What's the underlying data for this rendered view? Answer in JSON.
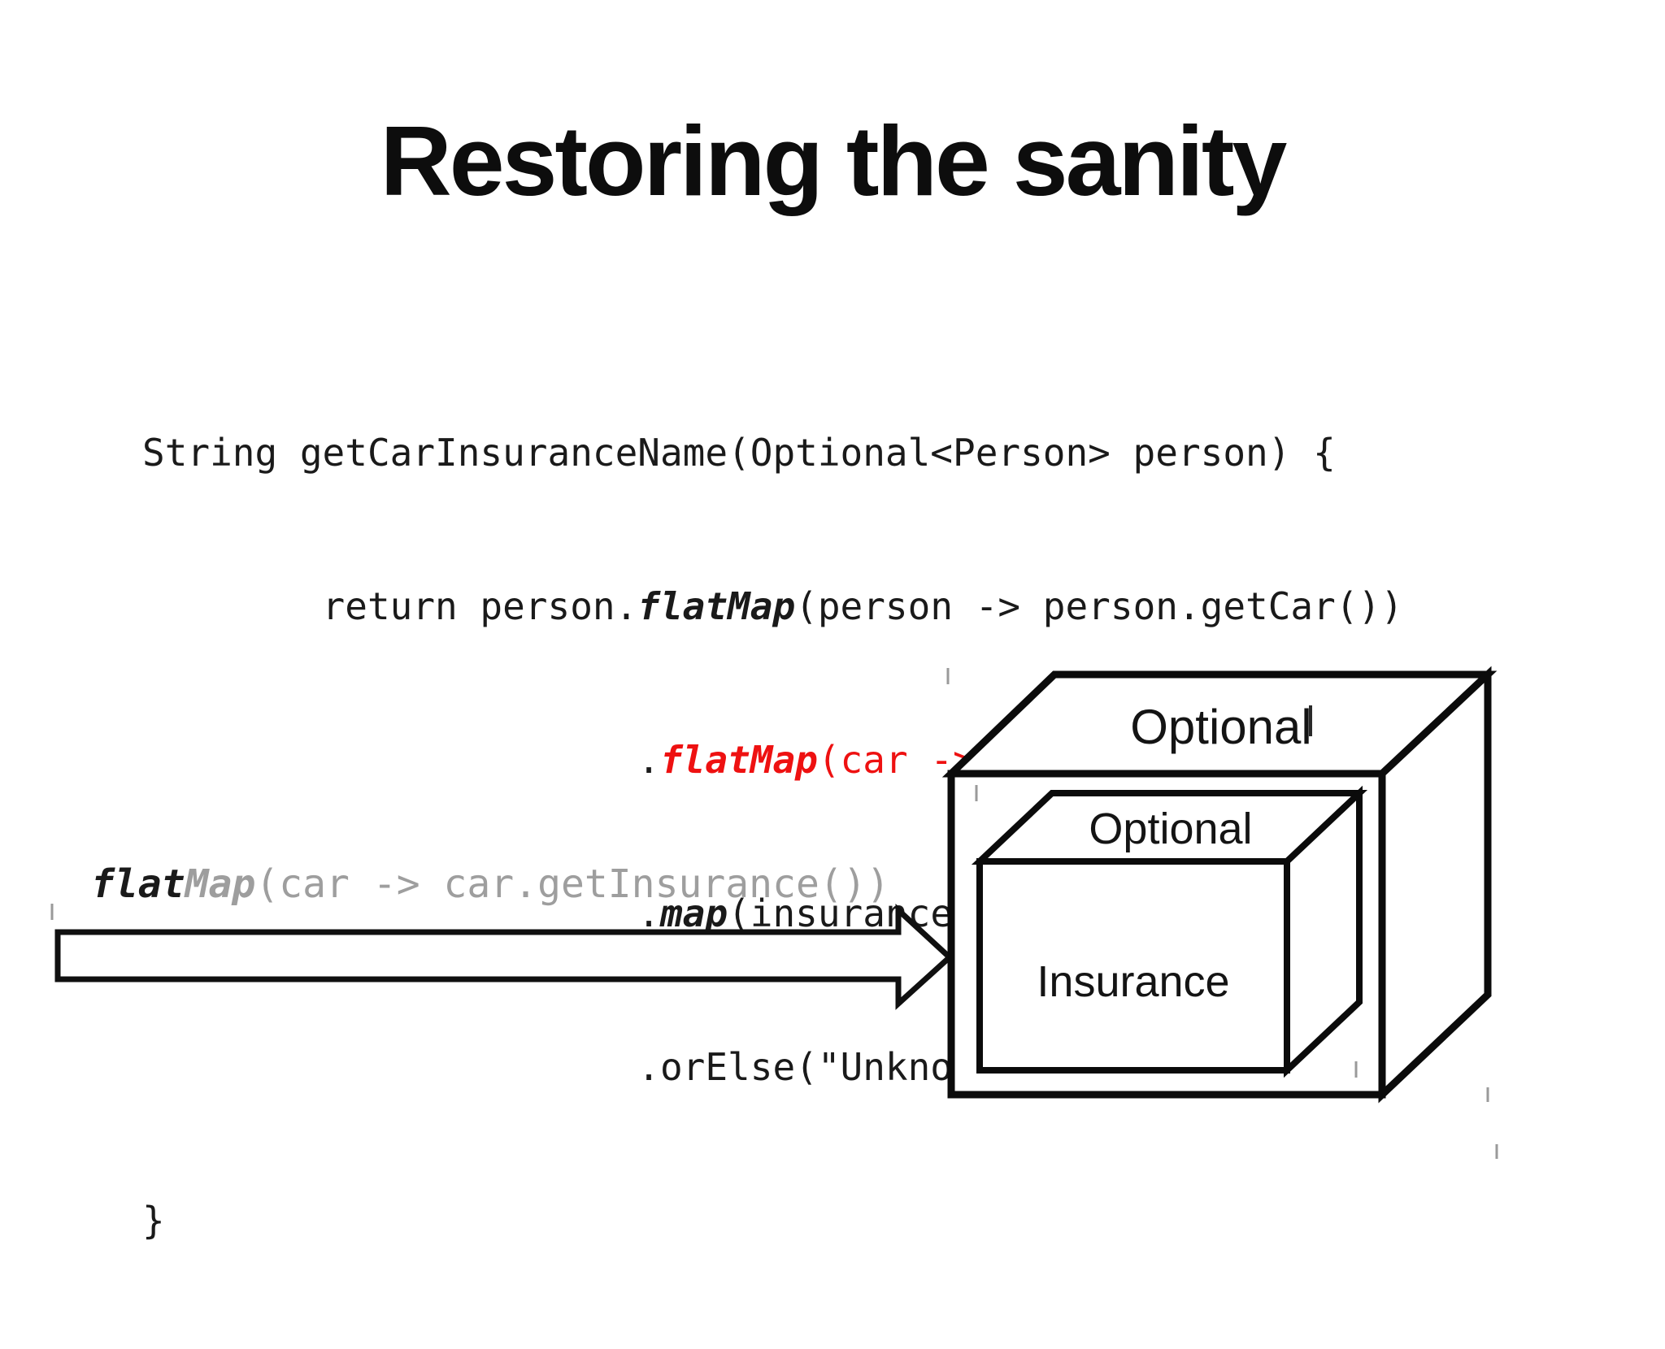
{
  "slide": {
    "title": "Restoring the sanity",
    "background_color": "#ffffff"
  },
  "colors": {
    "code_ink": "#1a1a1a",
    "highlight_red": "#ee1111",
    "muted_gray": "#9e9e9e"
  },
  "code": {
    "lines": [
      {
        "segments": [
          {
            "text": "String getCarInsuranceName(Optional<Person> person) {"
          }
        ]
      },
      {
        "segments": [
          {
            "text": "        return person."
          },
          {
            "text": "flatMap",
            "style": "bold-italic"
          },
          {
            "text": "(person -> person.getCar())"
          }
        ]
      },
      {
        "segments": [
          {
            "text": "                      ."
          },
          {
            "text": "flatMap",
            "style": "bold-italic",
            "color": "red"
          },
          {
            "text": "(car -> car.getInsurance())",
            "color": "red"
          }
        ]
      },
      {
        "segments": [
          {
            "text": "                      ."
          },
          {
            "text": "map",
            "style": "bold-italic"
          },
          {
            "text": "(insurance -> insurance.getName())"
          }
        ]
      },
      {
        "segments": [
          {
            "text": "                      .orElse(\"Unknown\");"
          }
        ]
      },
      {
        "segments": [
          {
            "text": "}"
          }
        ]
      }
    ]
  },
  "annotation": {
    "segments": [
      {
        "text": "flat",
        "style": "bold-italic",
        "color": "ink"
      },
      {
        "text": "Map",
        "style": "bold-italic",
        "color": "gray"
      },
      {
        "text": "(car -> car.getInsurance())",
        "color": "gray"
      }
    ]
  },
  "diagram": {
    "outer_box_label": "Optional",
    "inner_box_label": "Optional",
    "inner_front_label": "Insurance"
  }
}
